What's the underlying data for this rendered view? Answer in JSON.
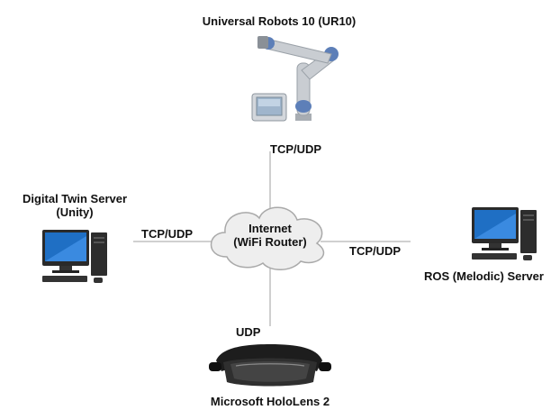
{
  "nodes": {
    "robot": {
      "label": "Universal Robots 10 (UR10)",
      "icon": "robot-arm-icon"
    },
    "twin": {
      "label_line1": "Digital Twin Server",
      "label_line2": "(Unity)",
      "icon": "desktop-computer-icon"
    },
    "ros": {
      "label": "ROS (Melodic) Server",
      "icon": "desktop-computer-icon"
    },
    "hololens": {
      "label": "Microsoft HoloLens 2",
      "icon": "vr-headset-icon"
    },
    "router": {
      "label_line1": "Internet",
      "label_line2": "(WiFi Router)",
      "icon": "cloud-icon"
    }
  },
  "links": {
    "top": "TCP/UDP",
    "left": "TCP/UDP",
    "right": "TCP/UDP",
    "bottom": "UDP"
  },
  "colors": {
    "line": "#b5b5b5",
    "cloud_fill": "#eeeeee",
    "cloud_stroke": "#a9a9a9",
    "screen_blue": "#1f6fc4",
    "robot_metal": "#c9cdd2",
    "robot_joint": "#5d7fb8"
  }
}
